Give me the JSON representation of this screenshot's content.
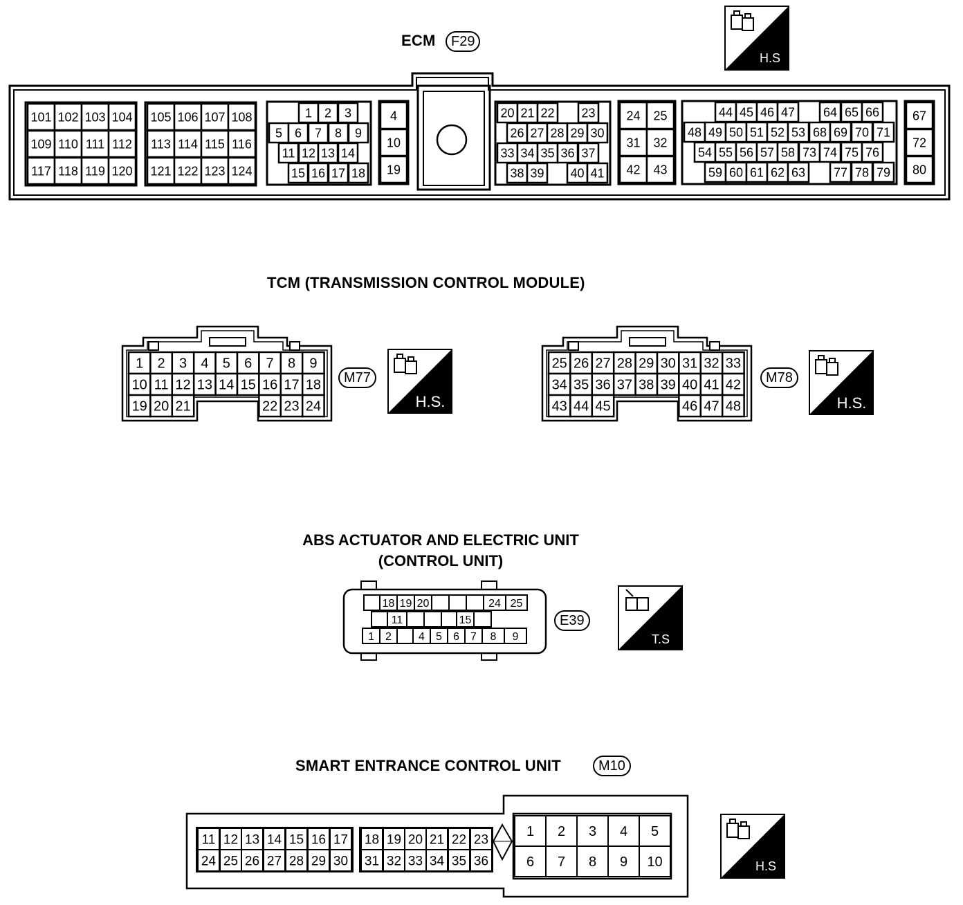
{
  "ecm": {
    "title": "ECM",
    "code": "F29",
    "badge": "H.S",
    "group_a": [
      [
        "101",
        "102",
        "103",
        "104"
      ],
      [
        "109",
        "110",
        "111",
        "112"
      ],
      [
        "117",
        "118",
        "119",
        "120"
      ]
    ],
    "group_b": [
      [
        "105",
        "106",
        "107",
        "108"
      ],
      [
        "113",
        "114",
        "115",
        "116"
      ],
      [
        "121",
        "122",
        "123",
        "124"
      ]
    ],
    "group_c": [
      [
        "",
        "",
        "1",
        "2",
        "3",
        ""
      ],
      [
        "5",
        "6",
        "7",
        "8",
        "9"
      ],
      [
        "",
        "11",
        "12",
        "13",
        "14",
        ""
      ],
      [
        "",
        "15",
        "16",
        "17",
        "18"
      ]
    ],
    "group_d": [
      "4",
      "10",
      "19"
    ],
    "group_e": [
      [
        "20",
        "21",
        "22",
        "",
        "23"
      ],
      [
        "",
        "26",
        "27",
        "28",
        "29",
        "30"
      ],
      [
        "33",
        "34",
        "35",
        "36",
        "37"
      ],
      [
        "38",
        "39",
        "",
        "40",
        "41"
      ]
    ],
    "group_f": [
      [
        "24",
        "25"
      ],
      [
        "31",
        "32"
      ],
      [
        "42",
        "43"
      ]
    ],
    "group_g": [
      [
        "",
        "44",
        "45",
        "46",
        "47",
        "",
        "64",
        "65",
        "66"
      ],
      [
        "48",
        "49",
        "50",
        "51",
        "52",
        "53",
        "68",
        "69",
        "70",
        "71"
      ],
      [
        "",
        "54",
        "55",
        "56",
        "57",
        "58",
        "73",
        "74",
        "75",
        "76"
      ],
      [
        "",
        "59",
        "60",
        "61",
        "62",
        "63",
        "",
        "77",
        "78",
        "79"
      ]
    ],
    "group_h": [
      "67",
      "72",
      "80"
    ]
  },
  "tcm": {
    "title": "TCM (TRANSMISSION CONTROL MODULE)",
    "m77": {
      "code": "M77",
      "badge": "H.S.",
      "rows": [
        [
          "1",
          "2",
          "3",
          "4",
          "5",
          "6",
          "7",
          "8",
          "9"
        ],
        [
          "10",
          "11",
          "12",
          "13",
          "14",
          "15",
          "16",
          "17",
          "18"
        ],
        [
          "19",
          "20",
          "21",
          "",
          "",
          "",
          "22",
          "23",
          "24"
        ]
      ]
    },
    "m78": {
      "code": "M78",
      "badge": "H.S.",
      "rows": [
        [
          "25",
          "26",
          "27",
          "28",
          "29",
          "30",
          "31",
          "32",
          "33"
        ],
        [
          "34",
          "35",
          "36",
          "37",
          "38",
          "39",
          "40",
          "41",
          "42"
        ],
        [
          "43",
          "44",
          "45",
          "",
          "",
          "",
          "46",
          "47",
          "48"
        ]
      ]
    }
  },
  "abs": {
    "title_line1": "ABS ACTUATOR AND ELECTRIC UNIT",
    "title_line2": "(CONTROL UNIT)",
    "code": "E39",
    "badge": "T.S",
    "row1": [
      "",
      "18",
      "19",
      "20",
      "",
      "",
      "",
      "24",
      "25"
    ],
    "row2": [
      "",
      "11",
      "",
      "",
      "",
      "15",
      ""
    ],
    "row3": [
      "1",
      "2",
      "",
      "4",
      "5",
      "6",
      "7",
      "8",
      "9"
    ]
  },
  "smart": {
    "title": "SMART ENTRANCE CONTROL UNIT",
    "code": "M10",
    "badge": "H.S",
    "left_row1": [
      "11",
      "12",
      "13",
      "14",
      "15",
      "16",
      "17",
      "",
      "18",
      "19",
      "20",
      "21",
      "22",
      "23"
    ],
    "left_row2": [
      "24",
      "25",
      "26",
      "27",
      "28",
      "29",
      "30",
      "",
      "31",
      "32",
      "33",
      "34",
      "35",
      "36"
    ],
    "right_row1": [
      "1",
      "2",
      "3",
      "4",
      "5"
    ],
    "right_row2": [
      "6",
      "7",
      "8",
      "9",
      "10"
    ]
  }
}
